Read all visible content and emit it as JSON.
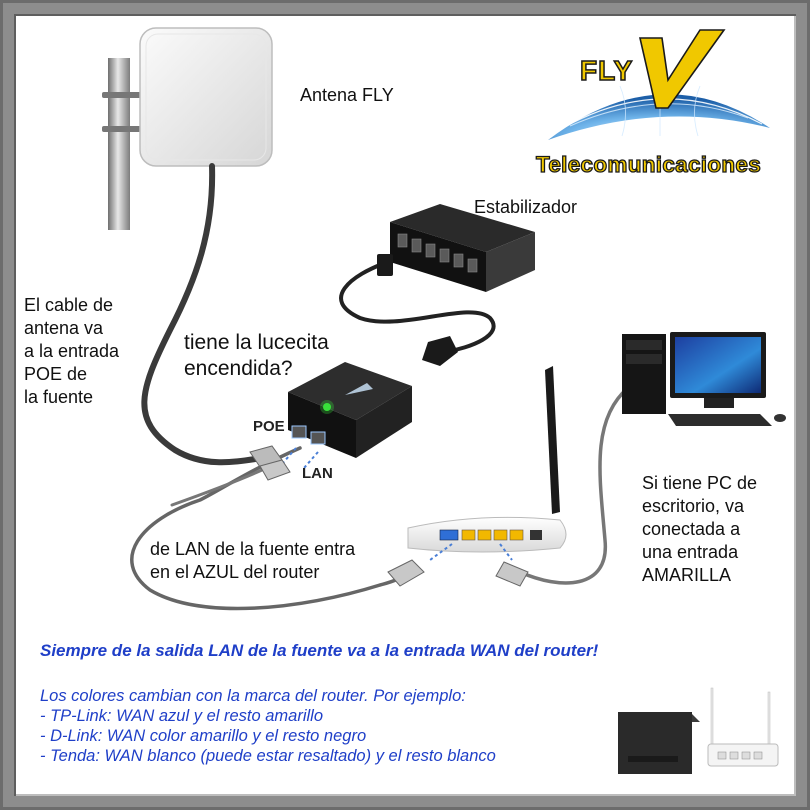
{
  "brand": {
    "name": "FLY",
    "subtitle": "Telecomunicaciones",
    "colors": {
      "yellow": "#f0c800",
      "globe_blue": "#3a8fd0"
    }
  },
  "labels": {
    "antenna": "Antena FLY",
    "stabilizer": "Estabilizador",
    "antenna_cable": "El cable de\nantena va\na la entrada\nPOE de\nla fuente",
    "led_question": "tiene la lucecita\nencendida?",
    "poe_port": "POE",
    "lan_port": "LAN",
    "lan_to_router": "de LAN de la fuente entra\nen el AZUL del router",
    "pc_connection": "Si tiene PC de\nescritorio, va\nconectada a\nuna entrada\nAMARILLA"
  },
  "notes": {
    "main": "Siempre de la salida LAN de la fuente va a la entrada WAN del router!",
    "intro": "Los colores cambian con la marca del router. Por ejemplo:",
    "items": [
      "- TP-Link: WAN azul y el resto amarillo",
      "- D-Link: WAN color amarillo y el resto negro",
      "- Tenda: WAN blanco (puede estar resaltado) y el resto blanco"
    ]
  },
  "colors": {
    "note_text": "#1f3fc8",
    "frame": "#8d8d8d",
    "wan_port": "#2f6fd6",
    "lan_ports": "#f2b800",
    "cable": "#555555"
  }
}
